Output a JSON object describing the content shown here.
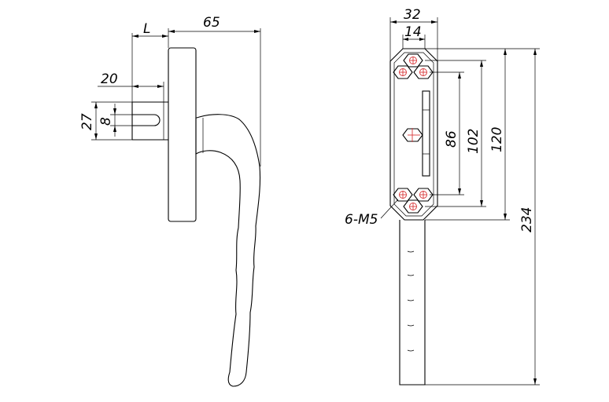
{
  "side_view": {
    "dim_L": "L",
    "dim_65": "65",
    "dim_20": "20",
    "dim_27": "27",
    "dim_8": "8"
  },
  "front_view": {
    "dim_32": "32",
    "dim_14": "14",
    "dim_86": "86",
    "dim_102": "102",
    "dim_120": "120",
    "dim_234": "234",
    "screw_callout": "6-M5"
  },
  "colors": {
    "line": "#000000",
    "screw_mark": "#d8383a",
    "background": "#ffffff"
  }
}
